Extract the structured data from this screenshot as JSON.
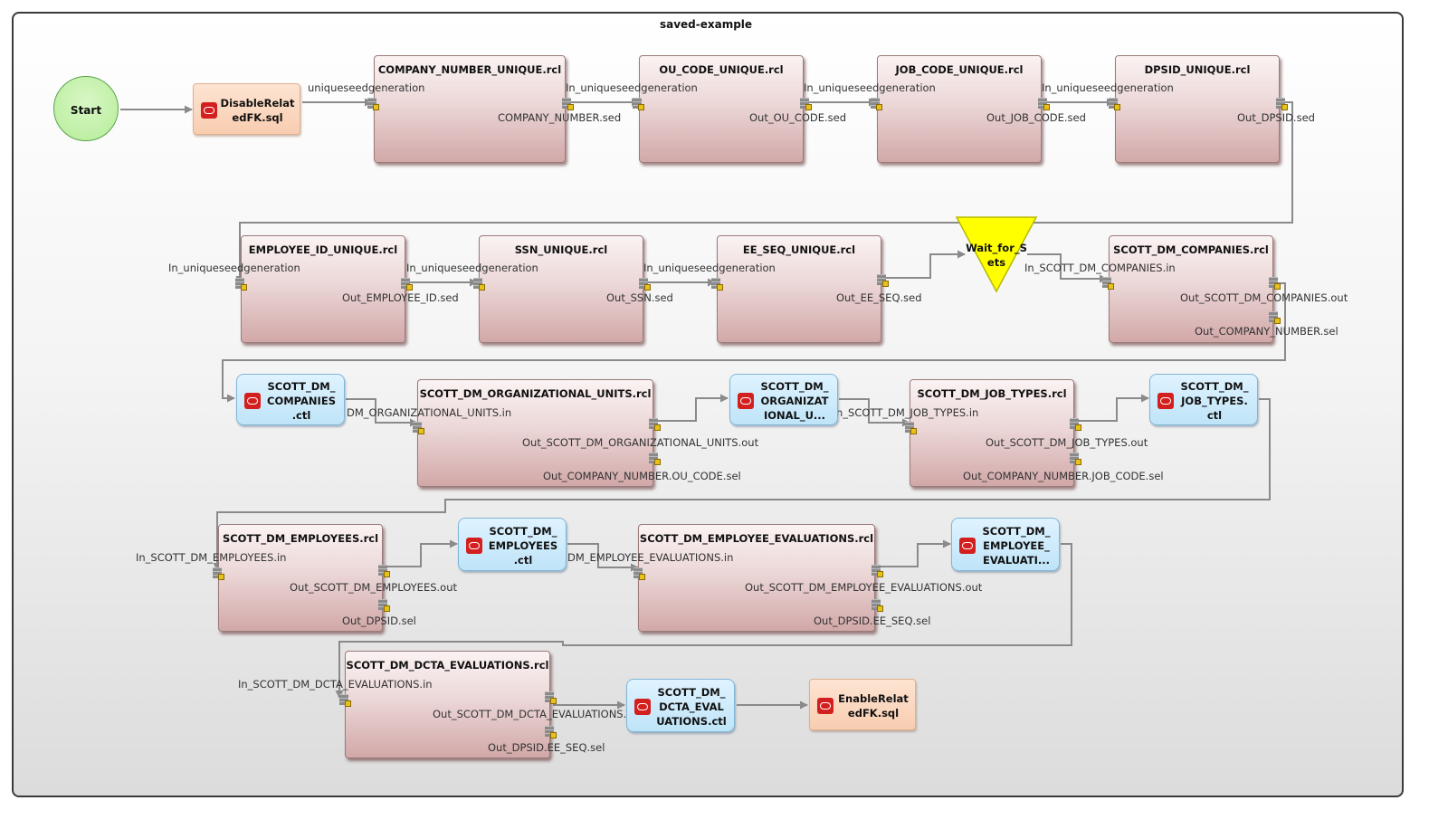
{
  "title": "saved-example",
  "colors": {
    "rcl": "#e4c4c4",
    "ctl": "#c7e9fb",
    "sql": "#fbd8c0",
    "start": "#c6f1ae",
    "wait": "#ffff00",
    "oracle": "#d41f1f"
  },
  "start": {
    "label": "Start"
  },
  "wait": {
    "label": "Wait_for_S\nets"
  },
  "sql": [
    {
      "label": "DisableRelat\nedFK.sql"
    },
    {
      "label": "EnableRelat\nedFK.sql"
    }
  ],
  "ctl": [
    {
      "label": "SCOTT_DM_\nCOMPANIES\n.ctl"
    },
    {
      "label": "SCOTT_DM_\nORGANIZAT\nIONAL_U..."
    },
    {
      "label": "SCOTT_DM_\nJOB_TYPES.\nctl"
    },
    {
      "label": "SCOTT_DM_\nEMPLOYEES\n.ctl"
    },
    {
      "label": "SCOTT_DM_\nEMPLOYEE_\nEVALUATI..."
    },
    {
      "label": "SCOTT_DM_\nDCTA_EVAL\nUATIONS.ctl"
    }
  ],
  "rcl": [
    {
      "title": "COMPANY_NUMBER_UNIQUE.rcl",
      "in": "uniqueseedgeneration",
      "out1": "COMPANY_NUMBER.sed",
      "out2": ""
    },
    {
      "title": "OU_CODE_UNIQUE.rcl",
      "in": "In_uniqueseedgeneration",
      "out1": "Out_OU_CODE.sed",
      "out2": ""
    },
    {
      "title": "JOB_CODE_UNIQUE.rcl",
      "in": "In_uniqueseedgeneration",
      "out1": "Out_JOB_CODE.sed",
      "out2": ""
    },
    {
      "title": "DPSID_UNIQUE.rcl",
      "in": "In_uniqueseedgeneration",
      "out1": "Out_DPSID.sed",
      "out2": ""
    },
    {
      "title": "EMPLOYEE_ID_UNIQUE.rcl",
      "in": "In_uniqueseedgeneration",
      "out1": "Out_EMPLOYEE_ID.sed",
      "out2": ""
    },
    {
      "title": "SSN_UNIQUE.rcl",
      "in": "In_uniqueseedgeneration",
      "out1": "Out_SSN.sed",
      "out2": ""
    },
    {
      "title": "EE_SEQ_UNIQUE.rcl",
      "in": "In_uniqueseedgeneration",
      "out1": "Out_EE_SEQ.sed",
      "out2": ""
    },
    {
      "title": "SCOTT_DM_COMPANIES.rcl",
      "in": "In_SCOTT_DM_COMPANIES.in",
      "out1": "Out_SCOTT_DM_COMPANIES.out",
      "out2": "Out_COMPANY_NUMBER.sel"
    },
    {
      "title": "SCOTT_DM_ORGANIZATIONAL_UNITS.rcl",
      "in": "DM_ORGANIZATIONAL_UNITS.in",
      "out1": "Out_SCOTT_DM_ORGANIZATIONAL_UNITS.out",
      "out2": "Out_COMPANY_NUMBER.OU_CODE.sel"
    },
    {
      "title": "SCOTT_DM_JOB_TYPES.rcl",
      "in": "n_SCOTT_DM_JOB_TYPES.in",
      "out1": "Out_SCOTT_DM_JOB_TYPES.out",
      "out2": "Out_COMPANY_NUMBER.JOB_CODE.sel"
    },
    {
      "title": "SCOTT_DM_EMPLOYEES.rcl",
      "in": "In_SCOTT_DM_EMPLOYEES.in",
      "out1": "Out_SCOTT_DM_EMPLOYEES.out",
      "out2": "Out_DPSID.sel"
    },
    {
      "title": "SCOTT_DM_EMPLOYEE_EVALUATIONS.rcl",
      "in": "DM_EMPLOYEE_EVALUATIONS.in",
      "out1": "Out_SCOTT_DM_EMPLOYEE_EVALUATIONS.out",
      "out2": "Out_DPSID.EE_SEQ.sel"
    },
    {
      "title": "SCOTT_DM_DCTA_EVALUATIONS.rcl",
      "in": "In_SCOTT_DM_DCTA_EVALUATIONS.in",
      "out1": "Out_SCOTT_DM_DCTA_EVALUATIONS.o",
      "out2": "Out_DPSID.EE_SEQ.sel"
    }
  ]
}
